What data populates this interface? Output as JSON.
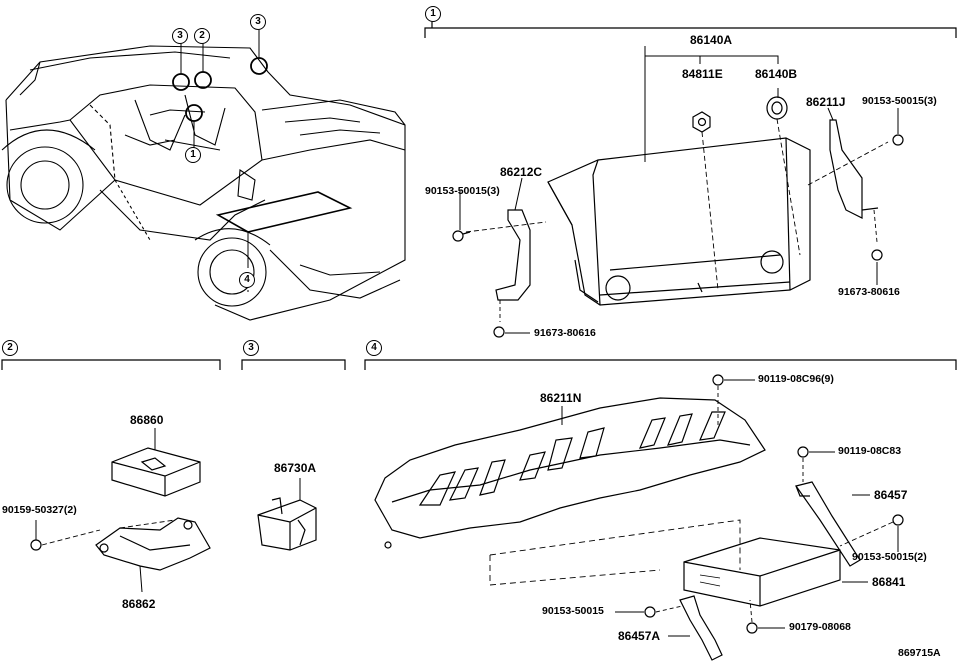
{
  "sections": {
    "s1": "1",
    "s2": "2",
    "s3": "3",
    "s4": "4"
  },
  "car_callouts": [
    "3",
    "2",
    "3",
    "1",
    "4"
  ],
  "parts": {
    "p86140A": "86140A",
    "p84811E": "84811E",
    "p86140B": "86140B",
    "p86211J": "86211J",
    "p90153_50015_3_top": "90153-50015(3)",
    "p86212C": "86212C",
    "p90153_50015_3_left": "90153-50015(3)",
    "p91673_80616_left": "91673-80616",
    "p91673_80616_right": "91673-80616",
    "p86860": "86860",
    "p90159_50327": "90159-50327(2)",
    "p86862": "86862",
    "p86730A": "86730A",
    "p86211N": "86211N",
    "p90119_08C96": "90119-08C96(9)",
    "p90119_08C83": "90119-08C83",
    "p86457": "86457",
    "p90153_50015_2": "90153-50015(2)",
    "p86841": "86841",
    "p90153_50015": "90153-50015",
    "p90179_08068": "90179-08068",
    "p86457A": "86457A"
  },
  "footer_code": "869715A"
}
